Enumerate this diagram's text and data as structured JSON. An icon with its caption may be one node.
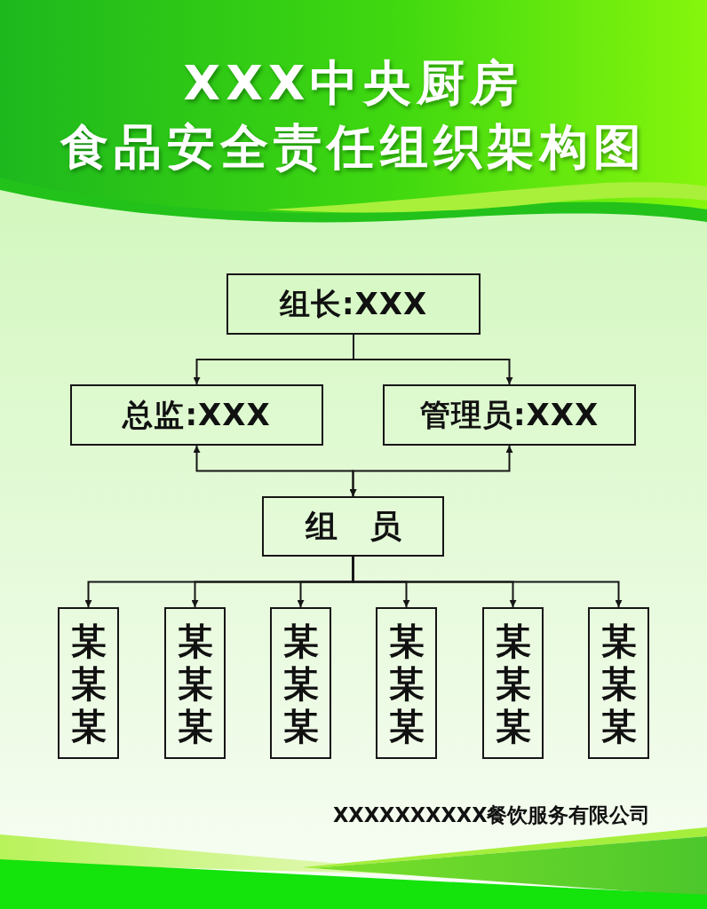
{
  "diagram": {
    "title": "XXX中央厨房食品安全责任组织架构图",
    "nodes": [
      {
        "text": [
          "组长:XXX"
        ]
      },
      {
        "text": [
          "总监:XXX"
        ]
      },
      {
        "text": [
          "管理员:XXX"
        ]
      },
      {
        "text": [
          "组员"
        ]
      },
      {
        "text": [
          "某某某"
        ]
      },
      {
        "text": [
          "某某某"
        ]
      },
      {
        "text": [
          "某某某"
        ]
      },
      {
        "text": [
          "某某某"
        ]
      },
      {
        "text": [
          "某某某"
        ]
      },
      {
        "text": [
          "某某某"
        ]
      }
    ],
    "edges": [
      {
        "from": 0,
        "to": 1,
        "arrow": "to"
      },
      {
        "from": 0,
        "to": 2,
        "arrow": "to"
      },
      {
        "from": 1,
        "to": 3,
        "arrow": "both"
      },
      {
        "from": 2,
        "to": 3,
        "arrow": "both"
      },
      {
        "from": 3,
        "to": 4,
        "arrow": "to"
      },
      {
        "from": 3,
        "to": 5,
        "arrow": "to"
      },
      {
        "from": 3,
        "to": 6,
        "arrow": "to"
      },
      {
        "from": 3,
        "to": 7,
        "arrow": "to"
      },
      {
        "from": 3,
        "to": 8,
        "arrow": "to"
      },
      {
        "from": 3,
        "to": 9,
        "arrow": "to"
      }
    ],
    "labels": [
      "XXXXXXXXXX餐饮服务有限公司"
    ]
  }
}
